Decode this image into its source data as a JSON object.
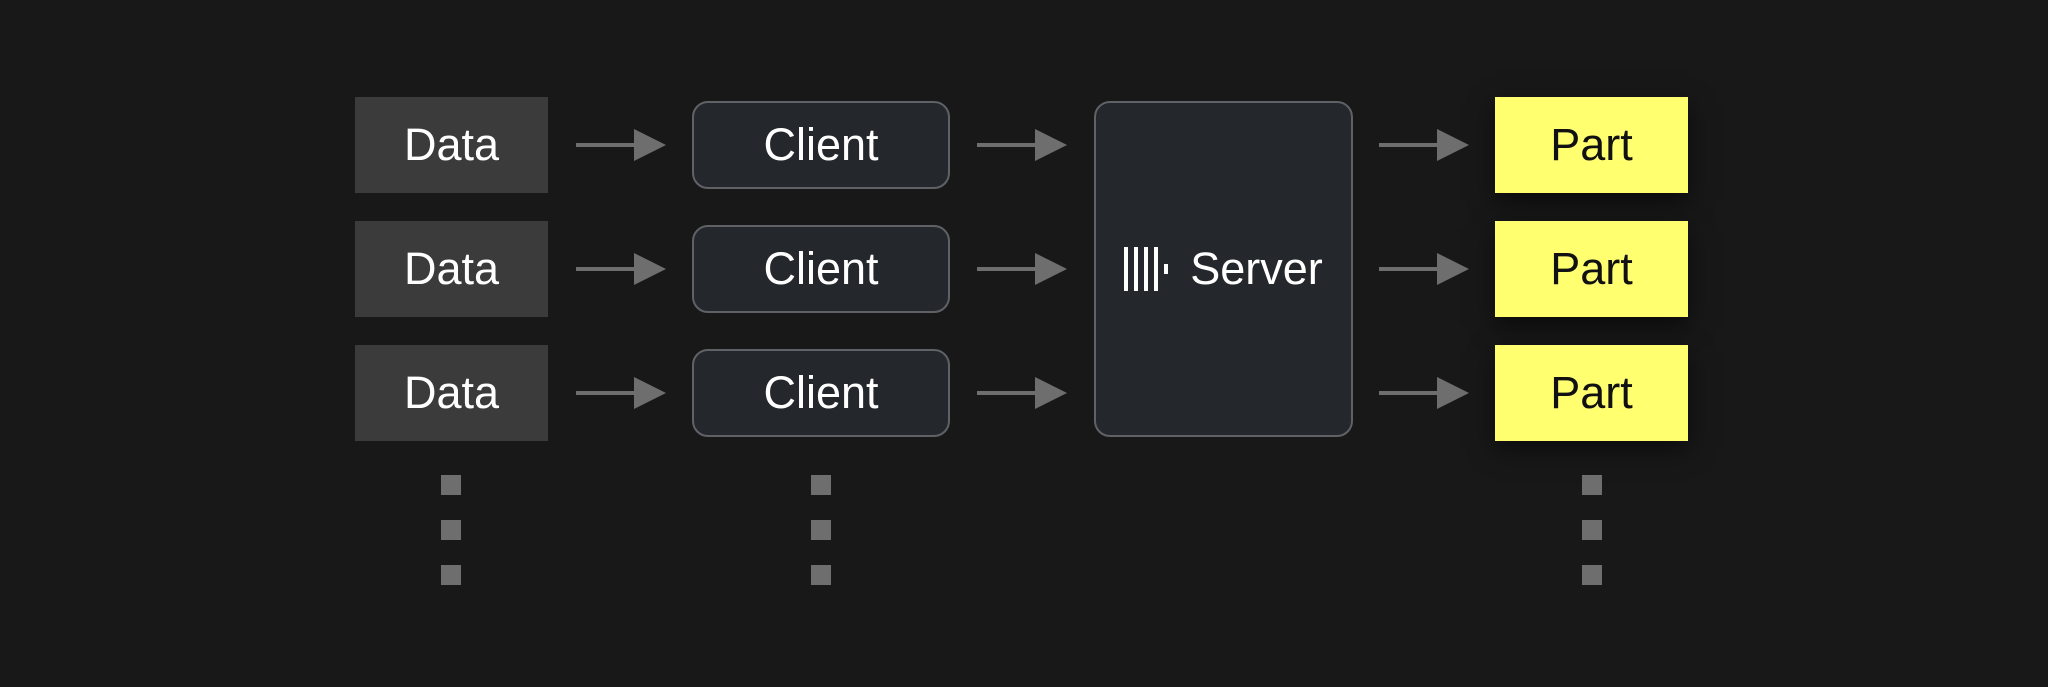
{
  "diagram": {
    "data_nodes": [
      "Data",
      "Data",
      "Data"
    ],
    "client_nodes": [
      "Client",
      "Client",
      "Client"
    ],
    "server_label": "Server",
    "part_nodes": [
      "Part",
      "Part",
      "Part"
    ]
  },
  "icons": {
    "server_logo": "clickhouse-bars-icon",
    "arrow": "right-arrow",
    "continuation": "vertical-ellipsis-squares"
  },
  "colors": {
    "background": "#181818",
    "data_box": "#3b3b3b",
    "client_box": "#24272c",
    "client_border": "#5f6166",
    "part_box": "#ffff70",
    "arrow": "#6e6e6e"
  }
}
